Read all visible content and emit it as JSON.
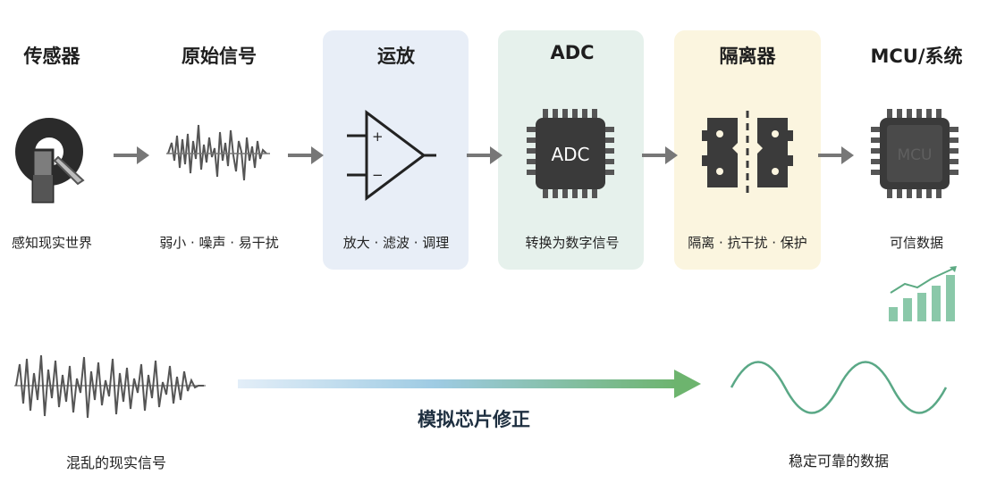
{
  "stages": [
    {
      "title": "传感器",
      "desc": "感知现实世界"
    },
    {
      "title": "原始信号",
      "desc": "弱小 · 噪声 · 易干扰"
    },
    {
      "title": "运放",
      "desc": "放大 · 滤波 · 调理"
    },
    {
      "title": "ADC",
      "desc": "转换为数字信号"
    },
    {
      "title": "隔离器",
      "desc": "隔离 · 抗干扰 · 保护"
    },
    {
      "title": "MCU/系统",
      "desc": "可信数据"
    }
  ],
  "chip_labels": {
    "adc": "ADC",
    "mcu": "MCU"
  },
  "amp_signs": {
    "plus": "+",
    "minus": "−"
  },
  "bottom": {
    "left_label": "混乱的现实信号",
    "middle_label": "模拟芯片修正",
    "right_label": "稳定可靠的数据"
  },
  "colors": {
    "panel_amp": "#e8eef7",
    "panel_adc": "#e6f1ec",
    "panel_iso": "#fbf5df",
    "arrow_start": "#cfe3f3",
    "arrow_end": "#6db46e",
    "chart_green": "#8ac8a9"
  },
  "icons": [
    "sensor-icon",
    "noisy-signal-icon",
    "op-amp-icon",
    "adc-chip-icon",
    "isolator-icon",
    "mcu-chip-icon",
    "bar-chart-icon",
    "sine-wave-icon"
  ]
}
